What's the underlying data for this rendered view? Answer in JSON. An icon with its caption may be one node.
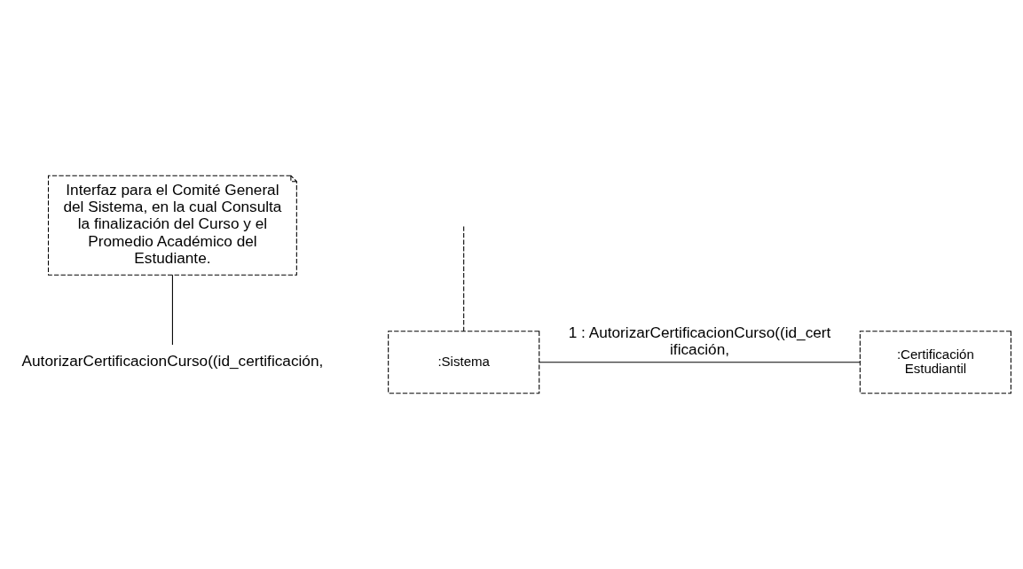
{
  "diagram": {
    "nodes": [
      {
        "text": [
          "Interfaz para el Comité General del Sistema, en la cual Consulta la finalización del Curso y el Promedio Académico del Estudiante."
        ]
      },
      {
        "text": [
          "AutorizarCertificacionCurso((id_certificación,"
        ]
      },
      {
        "text": [
          ":Sistema"
        ]
      },
      {
        "text": [
          ":Certificación Estudiantil"
        ]
      }
    ],
    "edges": [
      {
        "from": 0,
        "to": 1,
        "arrow": "none"
      },
      {
        "from": null,
        "to": 2,
        "arrow": "none",
        "style": "dashed"
      },
      {
        "from": 2,
        "to": 3,
        "arrow": "none",
        "label": "1 : AutorizarCertificacionCurso((id_certificación,"
      }
    ]
  }
}
